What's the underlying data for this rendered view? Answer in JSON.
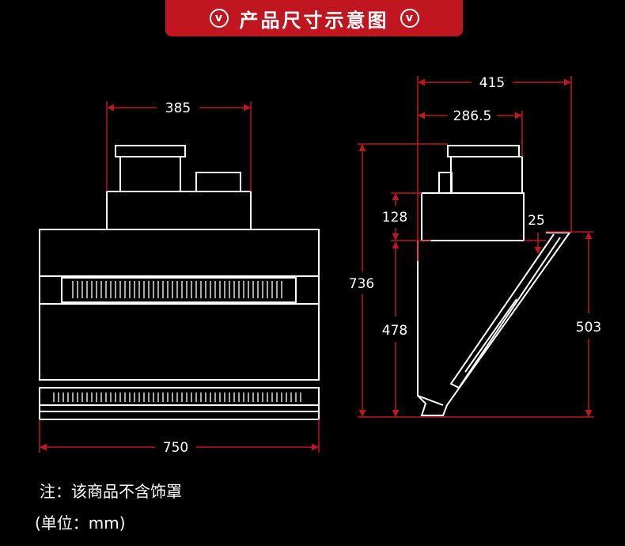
{
  "banner": {
    "title": "产品尺寸示意图",
    "icon_left": "v-circle-icon",
    "icon_right": "v-circle-icon",
    "icon_glyph": "v",
    "color": "#c0161f"
  },
  "dimensions": {
    "front_top_width": "385",
    "front_total_width": "750",
    "side_total_depth": "415",
    "side_top_depth": "286.5",
    "side_box_height": "128",
    "side_offset": "25",
    "side_total_height": "736",
    "side_lower_height": "478",
    "side_panel_height": "503"
  },
  "notes": {
    "line1": "注：该商品不含饰罩",
    "line2": "(单位：mm)"
  },
  "colors": {
    "dimension_line": "#c0161f",
    "outline": "#ffffff",
    "background": "#000000"
  }
}
